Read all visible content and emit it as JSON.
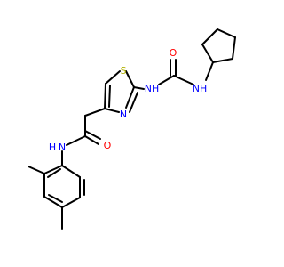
{
  "atoms": [
    {
      "id": "s1",
      "symbol": "S"
    },
    {
      "id": "n_thz",
      "symbol": "N"
    },
    {
      "id": "nh_urea1",
      "symbol": "NH"
    },
    {
      "id": "o_urea",
      "symbol": "O"
    },
    {
      "id": "nh_urea2",
      "symbol": "NH"
    },
    {
      "id": "o_amide",
      "symbol": "O"
    },
    {
      "id": "nh_amide",
      "symbol": "N",
      "suffix": "H"
    }
  ],
  "colors": {
    "carbon": "#000000",
    "nitrogen": "#0000ff",
    "oxygen": "#ff0000",
    "sulfur": "#b2b200"
  }
}
